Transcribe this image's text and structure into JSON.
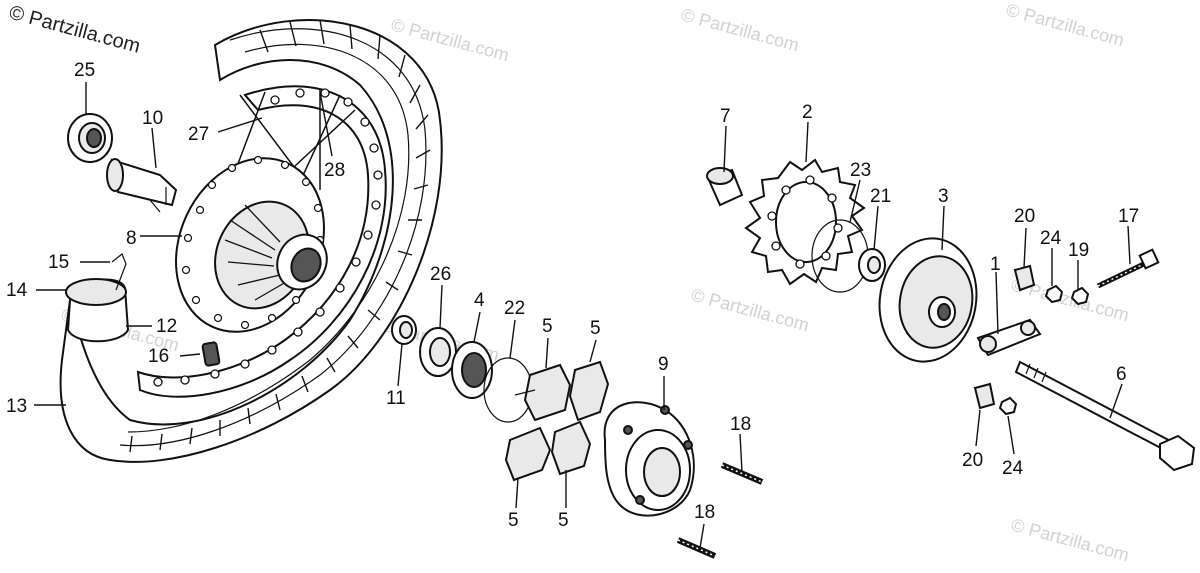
{
  "watermarks": {
    "main": "© Partzilla.com",
    "faint": [
      "© Partzilla.com",
      "© Partzilla.com",
      "© Partzilla.com",
      "© Partzilla.com",
      "© Partzilla.com",
      "© Partzilla.com",
      "© Partzilla.com",
      "© Partzilla.com"
    ]
  },
  "callouts": {
    "c25": "25",
    "c10": "10",
    "c27": "27",
    "c28": "28",
    "c8": "8",
    "c15": "15",
    "c14": "14",
    "c12": "12",
    "c16": "16",
    "c13": "13",
    "c26": "26",
    "c4": "4",
    "c22": "22",
    "c5a": "5",
    "c5b": "5",
    "c5c": "5",
    "c5d": "5",
    "c11": "11",
    "c9": "9",
    "c18a": "18",
    "c18b": "18",
    "c7": "7",
    "c2": "2",
    "c23": "23",
    "c21": "21",
    "c3": "3",
    "c20a": "20",
    "c24a": "24",
    "c19": "19",
    "c17": "17",
    "c1": "1",
    "c6": "6",
    "c20b": "20",
    "c24b": "24"
  },
  "colors": {
    "ink": "#111111",
    "watermark": "#d2d2d2",
    "background": "#ffffff"
  }
}
